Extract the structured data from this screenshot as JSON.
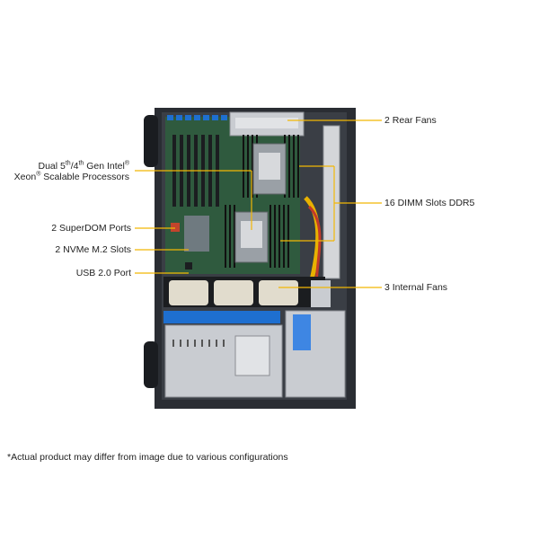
{
  "callouts": {
    "rear_fans": "2 Rear Fans",
    "processors": {
      "line1_a": "Dual 5",
      "line1_sup1": "th",
      "line1_b": "/4",
      "line1_sup2": "th",
      "line1_c": " Gen Intel",
      "line1_sup3": "®",
      "line2_a": "Xeon",
      "line2_sup": "®",
      "line2_b": " Scalable Processors"
    },
    "dimm_slots": "16 DIMM Slots DDR5",
    "superdom": "2 SuperDOM Ports",
    "nvme": "2 NVMe M.2 Slots",
    "usb": "USB 2.0 Port",
    "internal_fans": "3 Internal  Fans"
  },
  "footnote": "*Actual product may differ from image due to various configurations",
  "colors": {
    "callout_line": "#f2b705",
    "chassis": "#2a2d33",
    "motherboard": "#2f5a3e",
    "accent_blue": "#1e6fd0",
    "panel_gray": "#c9ccd1"
  }
}
